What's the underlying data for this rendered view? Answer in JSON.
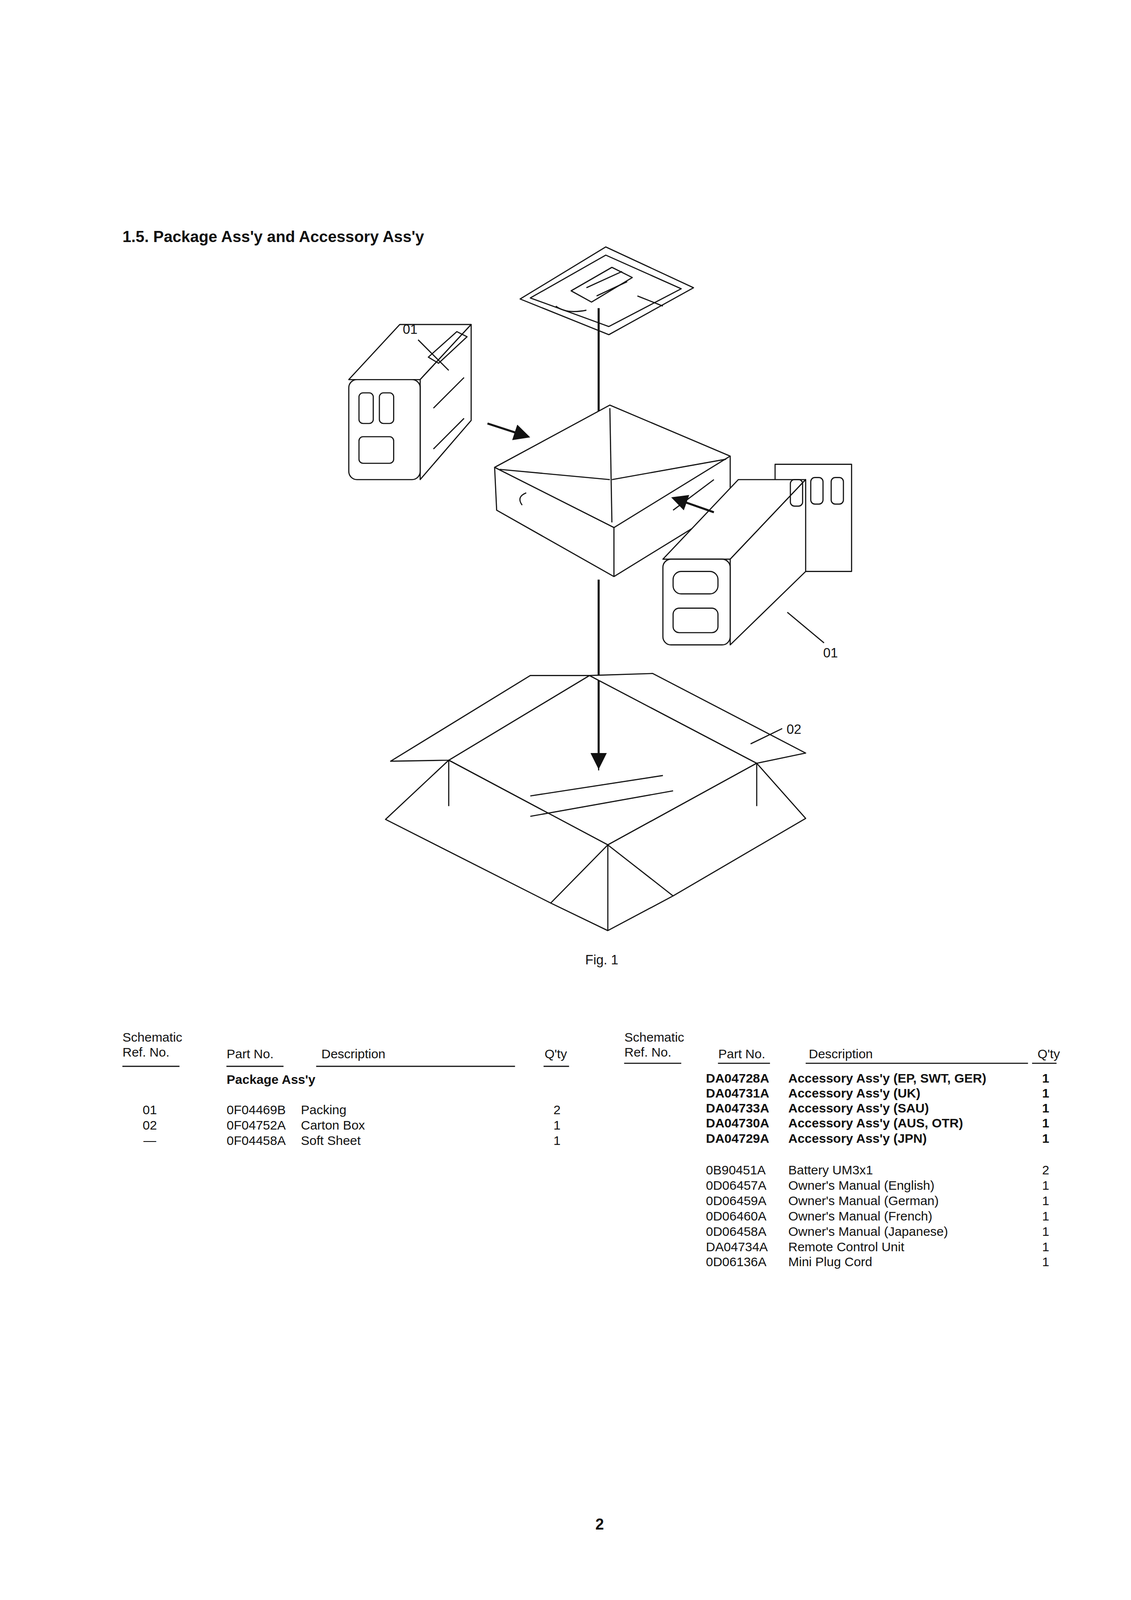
{
  "diagram": {
    "title": "1.5. Package Ass'y and Accessory Ass'y",
    "caption": "Fig. 1",
    "labels": [
      "01",
      "01",
      "02",
      "Schematic Ref. No.",
      "Part No.",
      "Description",
      "Q'ty",
      "Package Ass'y",
      "01",
      "0F04469B",
      "Packing",
      "2",
      "02",
      "0F04752A",
      "Carton Box",
      "1",
      "—",
      "0F04458A",
      "Soft Sheet",
      "1",
      "Schematic Ref. No.",
      "Part No.",
      "Description",
      "Q'ty",
      "DA04728A",
      "Accessory Ass'y (EP, SWT, GER)",
      "1",
      "DA04731A",
      "Accessory Ass'y (UK)",
      "1",
      "DA04733A",
      "Accessory Ass'y (SAU)",
      "1",
      "DA04730A",
      "Accessory Ass'y (AUS, OTR)",
      "1",
      "DA04729A",
      "Accessory Ass'y (JPN)",
      "1",
      "0B90451A",
      "Battery UM3x1",
      "2",
      "0D06457A",
      "Owner's Manual (English)",
      "1",
      "0D06459A",
      "Owner's Manual (German)",
      "1",
      "0D06460A",
      "Owner's Manual (French)",
      "1",
      "0D06458A",
      "Owner's Manual (Japanese)",
      "1",
      "DA04734A",
      "Remote Control Unit",
      "1",
      "0D06136A",
      "Mini Plug Cord",
      "1",
      "2"
    ]
  }
}
